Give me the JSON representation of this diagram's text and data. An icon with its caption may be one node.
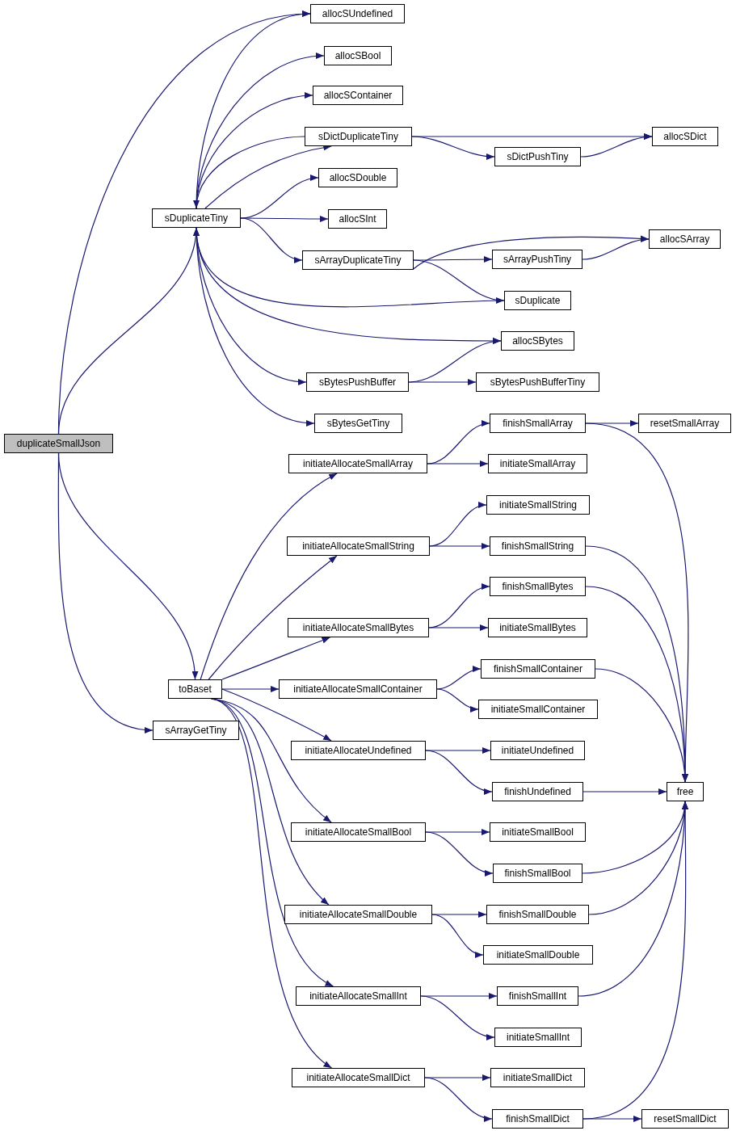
{
  "diagram": {
    "nodes": [
      {
        "text": [
          "duplicateSmallJson"
        ]
      },
      {
        "text": [
          "sDuplicateTiny"
        ]
      },
      {
        "text": [
          "allocSUndefined"
        ]
      },
      {
        "text": [
          "allocSBool"
        ]
      },
      {
        "text": [
          "allocSContainer"
        ]
      },
      {
        "text": [
          "sDictDuplicateTiny"
        ]
      },
      {
        "text": [
          "allocSDouble"
        ]
      },
      {
        "text": [
          "allocSInt"
        ]
      },
      {
        "text": [
          "sArrayDuplicateTiny"
        ]
      },
      {
        "text": [
          "sDuplicate"
        ]
      },
      {
        "text": [
          "allocSBytes"
        ]
      },
      {
        "text": [
          "sBytesPushBuffer"
        ]
      },
      {
        "text": [
          "sBytesGetTiny"
        ]
      },
      {
        "text": [
          "sDictPushTiny"
        ]
      },
      {
        "text": [
          "allocSDict"
        ]
      },
      {
        "text": [
          "sArrayPushTiny"
        ]
      },
      {
        "text": [
          "allocSArray"
        ]
      },
      {
        "text": [
          "sBytesPushBufferTiny"
        ]
      },
      {
        "text": [
          "toBaset"
        ]
      },
      {
        "text": [
          "sArrayGetTiny"
        ]
      },
      {
        "text": [
          "initiateAllocateSmallArray"
        ]
      },
      {
        "text": [
          "finishSmallArray"
        ]
      },
      {
        "text": [
          "initiateSmallArray"
        ]
      },
      {
        "text": [
          "resetSmallArray"
        ]
      },
      {
        "text": [
          "initiateAllocateSmallString"
        ]
      },
      {
        "text": [
          "initiateSmallString"
        ]
      },
      {
        "text": [
          "finishSmallString"
        ]
      },
      {
        "text": [
          "initiateAllocateSmallBytes"
        ]
      },
      {
        "text": [
          "finishSmallBytes"
        ]
      },
      {
        "text": [
          "initiateSmallBytes"
        ]
      },
      {
        "text": [
          "initiateAllocateSmallContainer"
        ]
      },
      {
        "text": [
          "finishSmallContainer"
        ]
      },
      {
        "text": [
          "initiateSmallContainer"
        ]
      },
      {
        "text": [
          "initiateAllocateUndefined"
        ]
      },
      {
        "text": [
          "initiateUndefined"
        ]
      },
      {
        "text": [
          "finishUndefined"
        ]
      },
      {
        "text": [
          "free"
        ]
      },
      {
        "text": [
          "initiateAllocateSmallBool"
        ]
      },
      {
        "text": [
          "initiateSmallBool"
        ]
      },
      {
        "text": [
          "finishSmallBool"
        ]
      },
      {
        "text": [
          "initiateAllocateSmallDouble"
        ]
      },
      {
        "text": [
          "finishSmallDouble"
        ]
      },
      {
        "text": [
          "initiateSmallDouble"
        ]
      },
      {
        "text": [
          "initiateAllocateSmallInt"
        ]
      },
      {
        "text": [
          "finishSmallInt"
        ]
      },
      {
        "text": [
          "initiateSmallInt"
        ]
      },
      {
        "text": [
          "initiateAllocateSmallDict"
        ]
      },
      {
        "text": [
          "initiateSmallDict"
        ]
      },
      {
        "text": [
          "finishSmallDict"
        ]
      },
      {
        "text": [
          "resetSmallDict"
        ]
      }
    ],
    "edges": [
      {
        "from": 0,
        "to": 2,
        "arrow": "to"
      },
      {
        "from": 0,
        "to": 1,
        "arrow": "to"
      },
      {
        "from": 0,
        "to": 18,
        "arrow": "to"
      },
      {
        "from": 0,
        "to": 19,
        "arrow": "to"
      },
      {
        "from": 1,
        "to": 2,
        "arrow": "to"
      },
      {
        "from": 1,
        "to": 3,
        "arrow": "to"
      },
      {
        "from": 1,
        "to": 4,
        "arrow": "to"
      },
      {
        "from": 1,
        "to": 5,
        "arrow": "to"
      },
      {
        "from": 1,
        "to": 6,
        "arrow": "to"
      },
      {
        "from": 1,
        "to": 7,
        "arrow": "to"
      },
      {
        "from": 1,
        "to": 8,
        "arrow": "to"
      },
      {
        "from": 1,
        "to": 10,
        "arrow": "to"
      },
      {
        "from": 1,
        "to": 11,
        "arrow": "to"
      },
      {
        "from": 1,
        "to": 12,
        "arrow": "to"
      },
      {
        "from": 5,
        "to": 1,
        "arrow": "to"
      },
      {
        "from": 5,
        "to": 14,
        "arrow": "to"
      },
      {
        "from": 5,
        "to": 13,
        "arrow": "to"
      },
      {
        "from": 13,
        "to": 14,
        "arrow": "to"
      },
      {
        "from": 8,
        "to": 16,
        "arrow": "to"
      },
      {
        "from": 8,
        "to": 15,
        "arrow": "to"
      },
      {
        "from": 8,
        "to": 9,
        "arrow": "to"
      },
      {
        "from": 15,
        "to": 16,
        "arrow": "to"
      },
      {
        "from": 9,
        "to": 1,
        "arrow": "to"
      },
      {
        "from": 11,
        "to": 10,
        "arrow": "to"
      },
      {
        "from": 11,
        "to": 17,
        "arrow": "to"
      },
      {
        "from": 18,
        "to": 20,
        "arrow": "to"
      },
      {
        "from": 18,
        "to": 24,
        "arrow": "to"
      },
      {
        "from": 18,
        "to": 27,
        "arrow": "to"
      },
      {
        "from": 18,
        "to": 30,
        "arrow": "to"
      },
      {
        "from": 18,
        "to": 33,
        "arrow": "to"
      },
      {
        "from": 18,
        "to": 37,
        "arrow": "to"
      },
      {
        "from": 18,
        "to": 40,
        "arrow": "to"
      },
      {
        "from": 18,
        "to": 43,
        "arrow": "to"
      },
      {
        "from": 18,
        "to": 46,
        "arrow": "to"
      },
      {
        "from": 20,
        "to": 21,
        "arrow": "to"
      },
      {
        "from": 20,
        "to": 22,
        "arrow": "to"
      },
      {
        "from": 21,
        "to": 23,
        "arrow": "to"
      },
      {
        "from": 21,
        "to": 36,
        "arrow": "to"
      },
      {
        "from": 24,
        "to": 25,
        "arrow": "to"
      },
      {
        "from": 24,
        "to": 26,
        "arrow": "to"
      },
      {
        "from": 26,
        "to": 36,
        "arrow": "to"
      },
      {
        "from": 27,
        "to": 28,
        "arrow": "to"
      },
      {
        "from": 27,
        "to": 29,
        "arrow": "to"
      },
      {
        "from": 28,
        "to": 36,
        "arrow": "to"
      },
      {
        "from": 30,
        "to": 31,
        "arrow": "to"
      },
      {
        "from": 30,
        "to": 32,
        "arrow": "to"
      },
      {
        "from": 31,
        "to": 36,
        "arrow": "to"
      },
      {
        "from": 33,
        "to": 34,
        "arrow": "to"
      },
      {
        "from": 33,
        "to": 35,
        "arrow": "to"
      },
      {
        "from": 35,
        "to": 36,
        "arrow": "to"
      },
      {
        "from": 37,
        "to": 38,
        "arrow": "to"
      },
      {
        "from": 37,
        "to": 39,
        "arrow": "to"
      },
      {
        "from": 39,
        "to": 36,
        "arrow": "to"
      },
      {
        "from": 40,
        "to": 41,
        "arrow": "to"
      },
      {
        "from": 40,
        "to": 42,
        "arrow": "to"
      },
      {
        "from": 41,
        "to": 36,
        "arrow": "to"
      },
      {
        "from": 43,
        "to": 44,
        "arrow": "to"
      },
      {
        "from": 43,
        "to": 45,
        "arrow": "to"
      },
      {
        "from": 44,
        "to": 36,
        "arrow": "to"
      },
      {
        "from": 46,
        "to": 47,
        "arrow": "to"
      },
      {
        "from": 46,
        "to": 48,
        "arrow": "to"
      },
      {
        "from": 48,
        "to": 49,
        "arrow": "to"
      },
      {
        "from": 48,
        "to": 36,
        "arrow": "to"
      }
    ]
  }
}
